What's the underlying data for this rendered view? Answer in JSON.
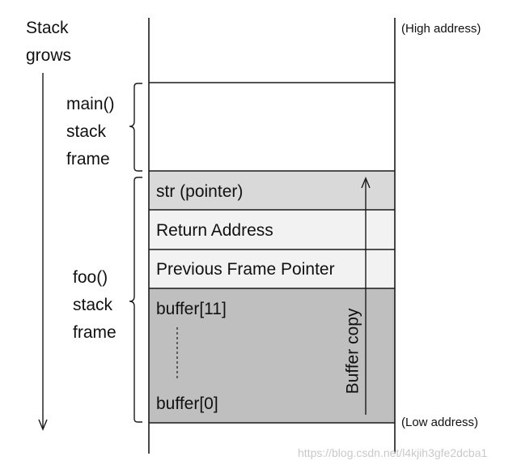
{
  "diagram": {
    "stack_grows": [
      "Stack",
      "grows"
    ],
    "high_address": "(High address)",
    "low_address": "(Low address)",
    "main_frame_label": [
      "main()",
      "stack",
      "frame"
    ],
    "foo_frame_label": [
      "foo()",
      "stack",
      "frame"
    ],
    "cells": {
      "str": "str (pointer)",
      "return_address": "Return Address",
      "prev_frame_pointer": "Previous Frame Pointer",
      "buffer_top": "buffer[11]",
      "buffer_bottom": "buffer[0]"
    },
    "buffer_copy": "Buffer copy",
    "watermark": "https://blog.csdn.net/l4kjih3gfe2dcba1"
  },
  "colors": {
    "line": "#1a1a1a",
    "cell_str": "#d9d9d9",
    "cell_light": "#f2f2f2",
    "cell_buffer": "#bfbfbf"
  }
}
